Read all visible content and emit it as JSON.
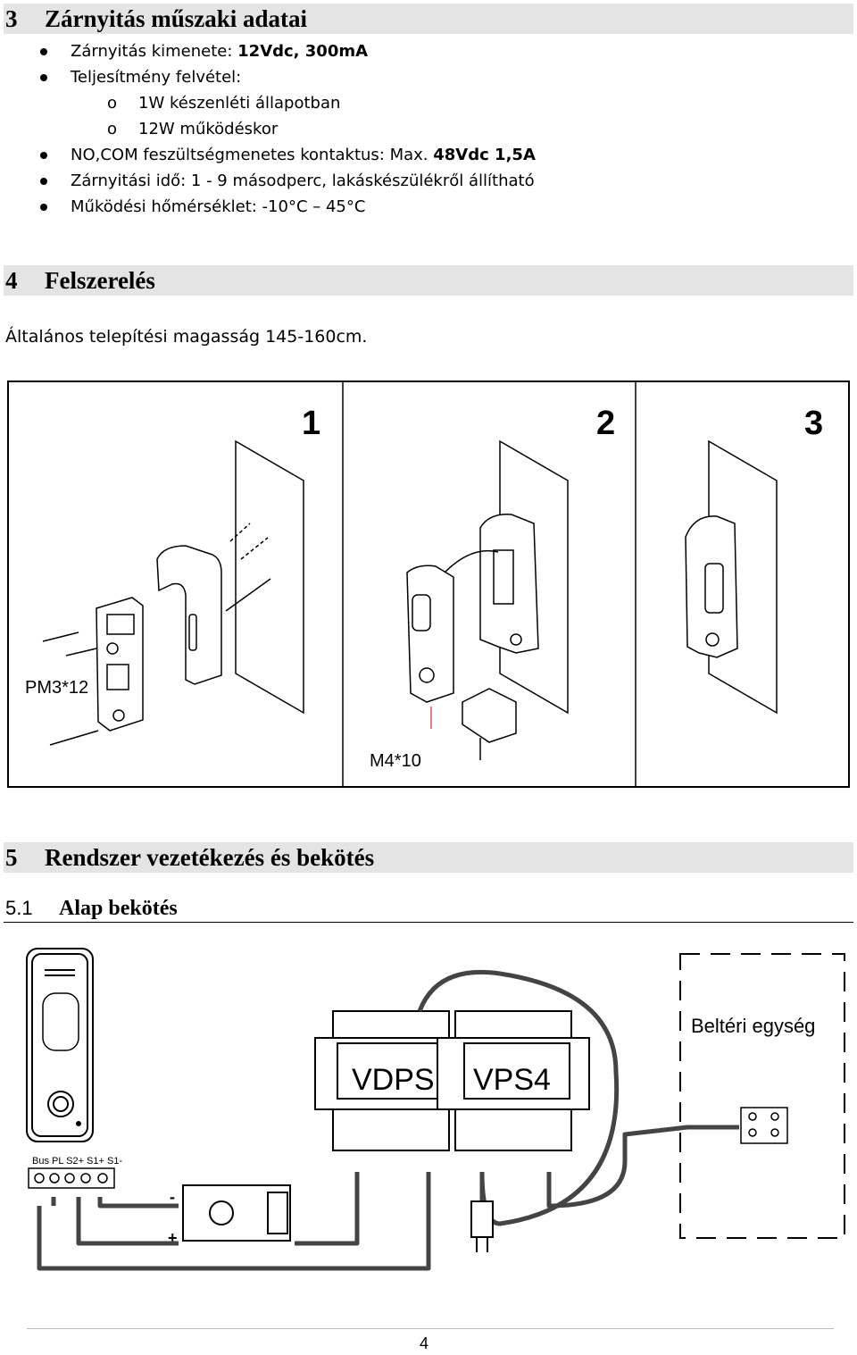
{
  "section3": {
    "number": "3",
    "title": "Zárnyitás műszaki adatai",
    "items": [
      {
        "text": "Zárnyitás kimenete: ",
        "bold": "12Vdc, 300mA"
      },
      {
        "text": "Teljesítmény felvétel:",
        "bold": ""
      },
      {
        "text": "NO,COM feszültségmenetes kontaktus: Max. ",
        "bold": "48Vdc 1,5A"
      },
      {
        "text": "Zárnyitási idő: 1 - 9 másodperc, lakáskészülékről állítható",
        "bold": ""
      },
      {
        "text": "Működési hőmérséklet: -10°C – 45°C",
        "bold": ""
      }
    ],
    "subitems": [
      {
        "marker": "o",
        "text": "1W készenléti állapotban"
      },
      {
        "marker": "o",
        "text": "12W működéskor"
      }
    ]
  },
  "section4": {
    "number": "4",
    "title": "Felszerelés",
    "paragraph": "Általános telepítési magasság 145-160cm.",
    "figure": {
      "panel_numbers": [
        "1",
        "2",
        "3"
      ],
      "label_screw1": "PM3*12",
      "label_screw2": "M4*10"
    }
  },
  "section5": {
    "number": "5",
    "title": "Rendszer vezetékezés és bekötés",
    "sub": {
      "number": "5.1",
      "title": "Alap bekötés"
    },
    "diagram": {
      "terminal_labels": "Bus  PL S2+ S1+ S1-",
      "unit1": "VDPS",
      "unit2": "VPS4",
      "indoor": "Beltéri egység",
      "minus": "-",
      "plus": "+"
    }
  },
  "footer": {
    "page": "4"
  }
}
